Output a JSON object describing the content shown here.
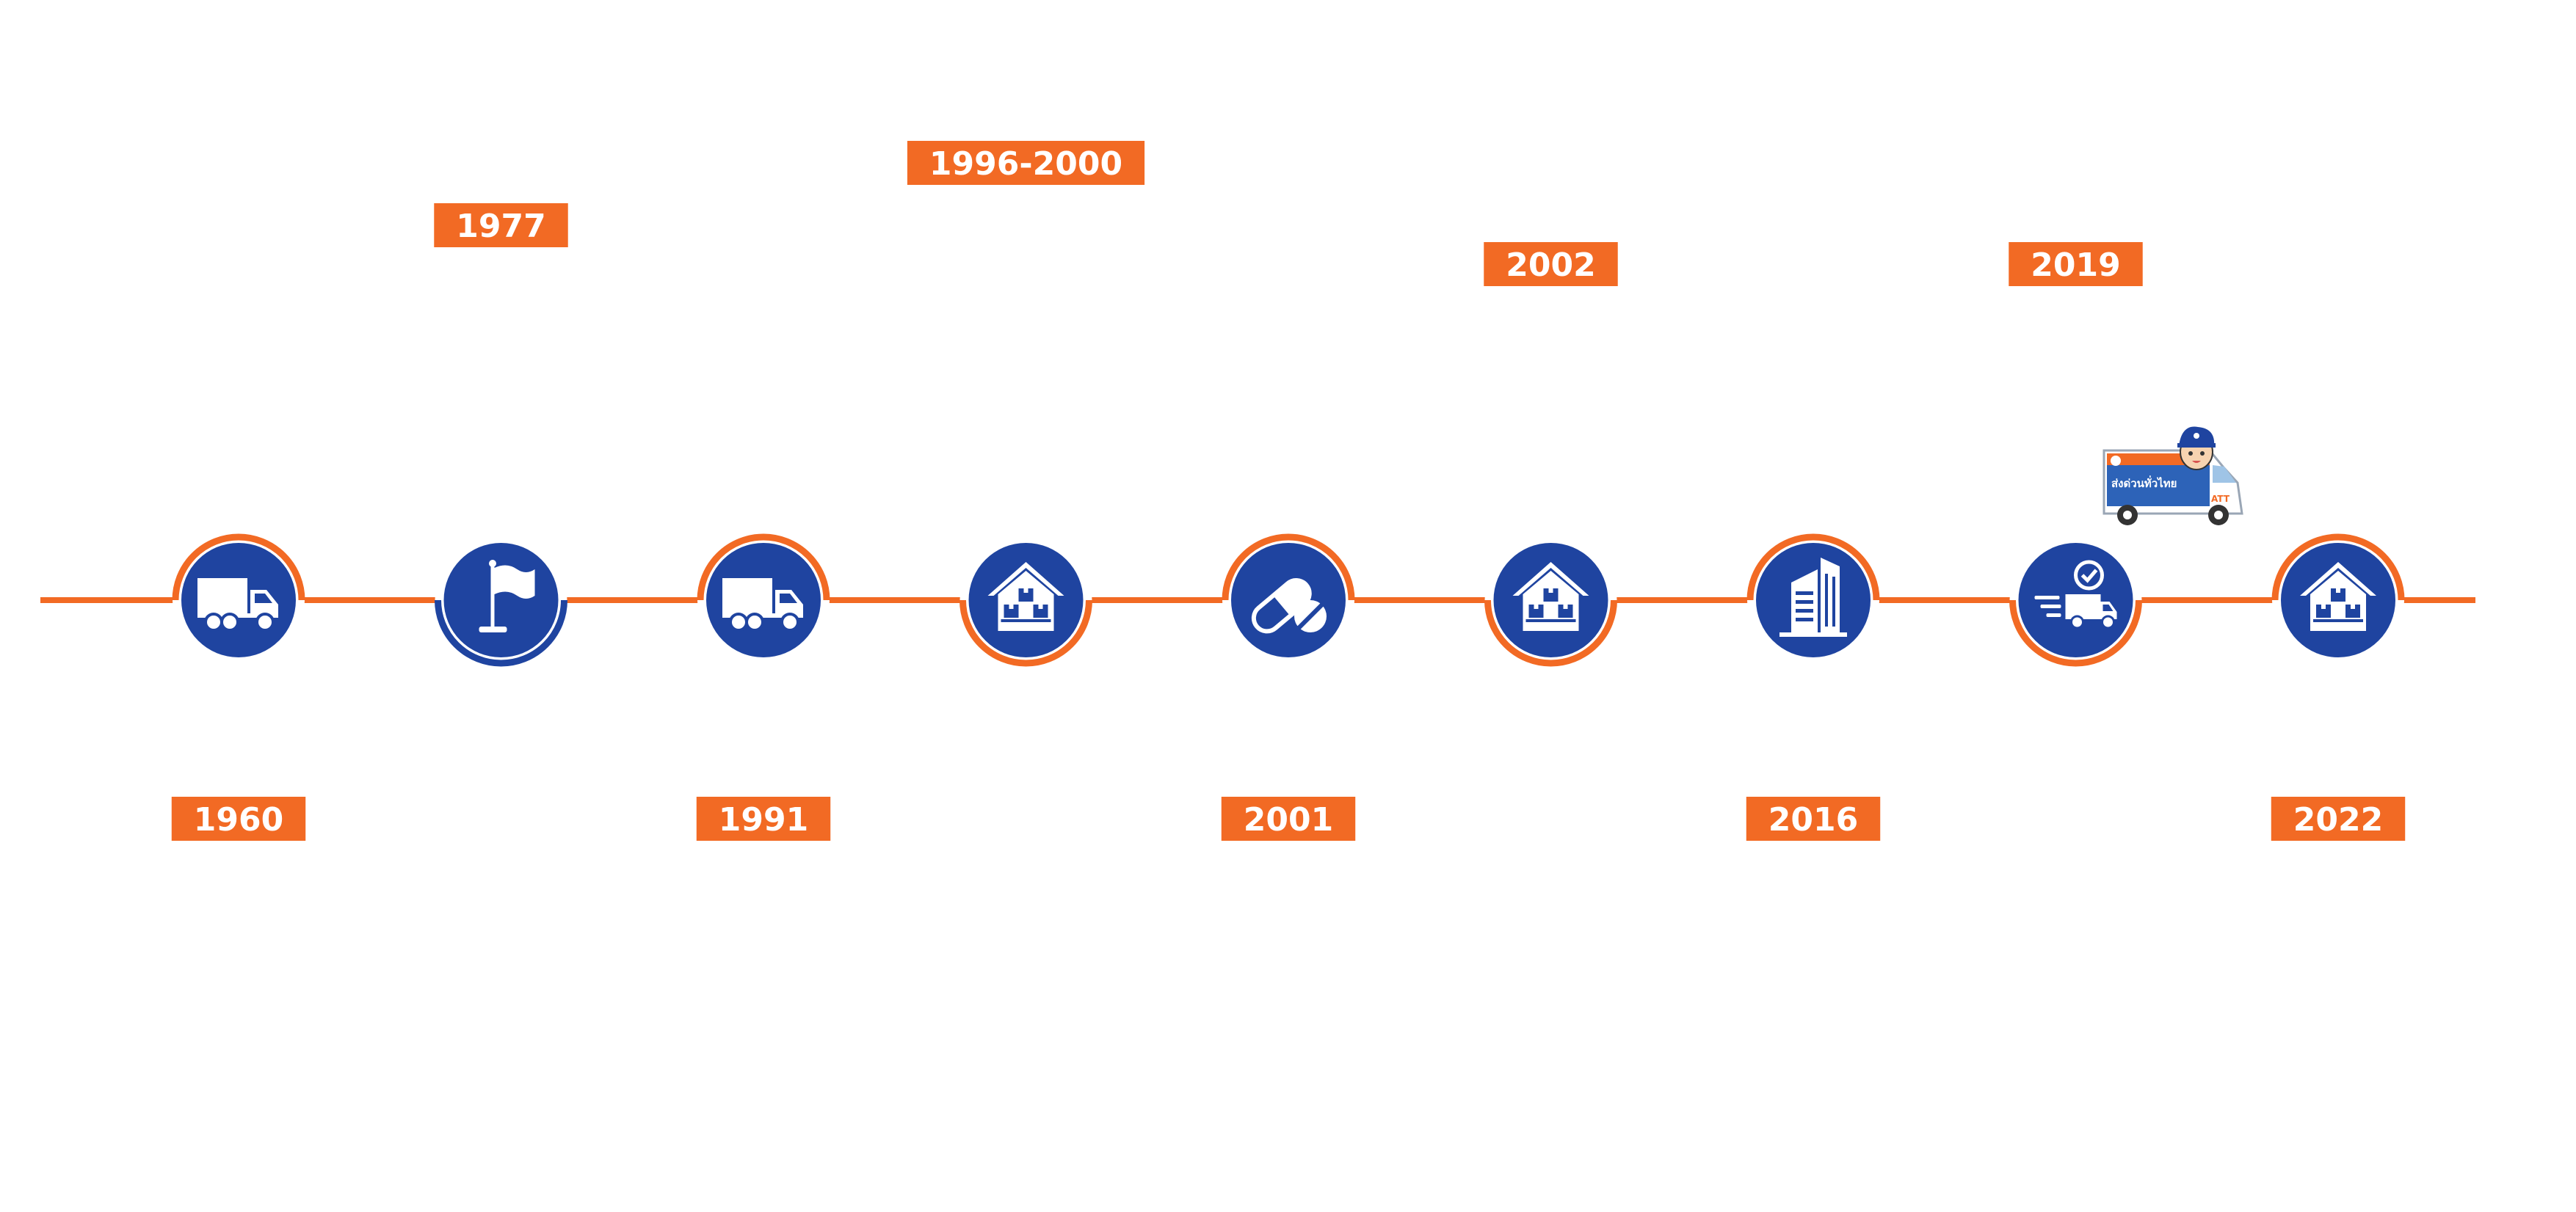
{
  "colors": {
    "accent": "#f26a24",
    "primary": "#1f44a0",
    "background": "#ffffff",
    "icon": "#ffffff"
  },
  "milestones": [
    {
      "year": "1960",
      "icon": "truck-icon",
      "label_position": "below",
      "arc": "top"
    },
    {
      "year": "1977",
      "icon": "flag-icon",
      "label_position": "above",
      "arc": "bottom"
    },
    {
      "year": "1991",
      "icon": "truck-icon",
      "label_position": "below",
      "arc": "top"
    },
    {
      "year": "1996-2000",
      "icon": "warehouse-icon",
      "label_position": "above",
      "arc": "bottom"
    },
    {
      "year": "2001",
      "icon": "pill-icon",
      "label_position": "below",
      "arc": "top"
    },
    {
      "year": "2002",
      "icon": "warehouse-icon",
      "label_position": "above",
      "arc": "bottom"
    },
    {
      "year": "2016",
      "icon": "building-icon",
      "label_position": "below",
      "arc": "top"
    },
    {
      "year": "2019",
      "icon": "fast-delivery-icon",
      "label_position": "above",
      "arc": "bottom"
    },
    {
      "year": "2022",
      "icon": "warehouse-icon",
      "label_position": "below",
      "arc": "top"
    }
  ],
  "mascot": {
    "icon": "delivery-van-mascot-icon",
    "badge": "ATT",
    "slogan": "ส่งด่วนทั่วไทย"
  }
}
